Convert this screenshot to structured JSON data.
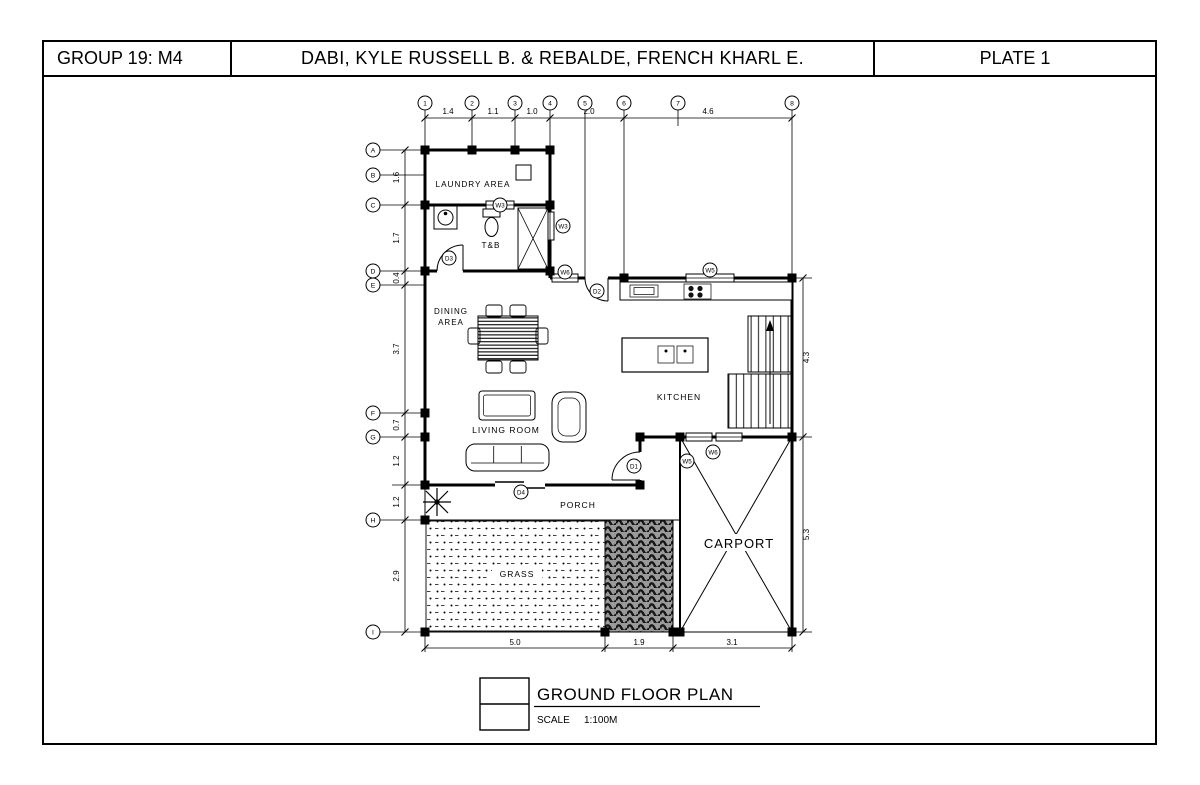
{
  "title_block": {
    "group": "GROUP 19: M4",
    "authors": "DABI, KYLE RUSSELL B. & REBALDE, FRENCH KHARL E.",
    "plate": "PLATE 1"
  },
  "grid": {
    "columns": [
      "1",
      "2",
      "3",
      "4",
      "5",
      "6",
      "7",
      "8"
    ],
    "column_dims": [
      "1.4",
      "1.1",
      "1.0",
      "2.0",
      "4.6"
    ],
    "rows": [
      "A",
      "B",
      "C",
      "D",
      "E",
      "F",
      "G",
      "H",
      "I"
    ],
    "row_dims": [
      "1.6",
      "1.7",
      "0.4",
      "3.7",
      "0.7",
      "1.2",
      "1.2",
      "2.9"
    ],
    "right_dims": [
      "4.3",
      "5.3"
    ],
    "bottom_dims": [
      "5.0",
      "1.9",
      "3.1"
    ]
  },
  "rooms": {
    "laundry": "LAUNDRY AREA",
    "toilet_bath": "T&B",
    "dining_line1": "DINING",
    "dining_line2": "AREA",
    "kitchen": "KITCHEN",
    "living": "LIVING ROOM",
    "porch": "PORCH",
    "grass": "GRASS",
    "carport": "CARPORT"
  },
  "tags": {
    "d1": "D1",
    "d2": "D2",
    "d3": "D3",
    "d4": "D4",
    "w3": "W3",
    "w5": "W5",
    "w6": "W6"
  },
  "footer": {
    "title": "GROUND FLOOR PLAN",
    "scale_label": "SCALE",
    "scale_value": "1:100M"
  },
  "colors": {
    "line": "#000000",
    "paper": "#ffffff"
  }
}
